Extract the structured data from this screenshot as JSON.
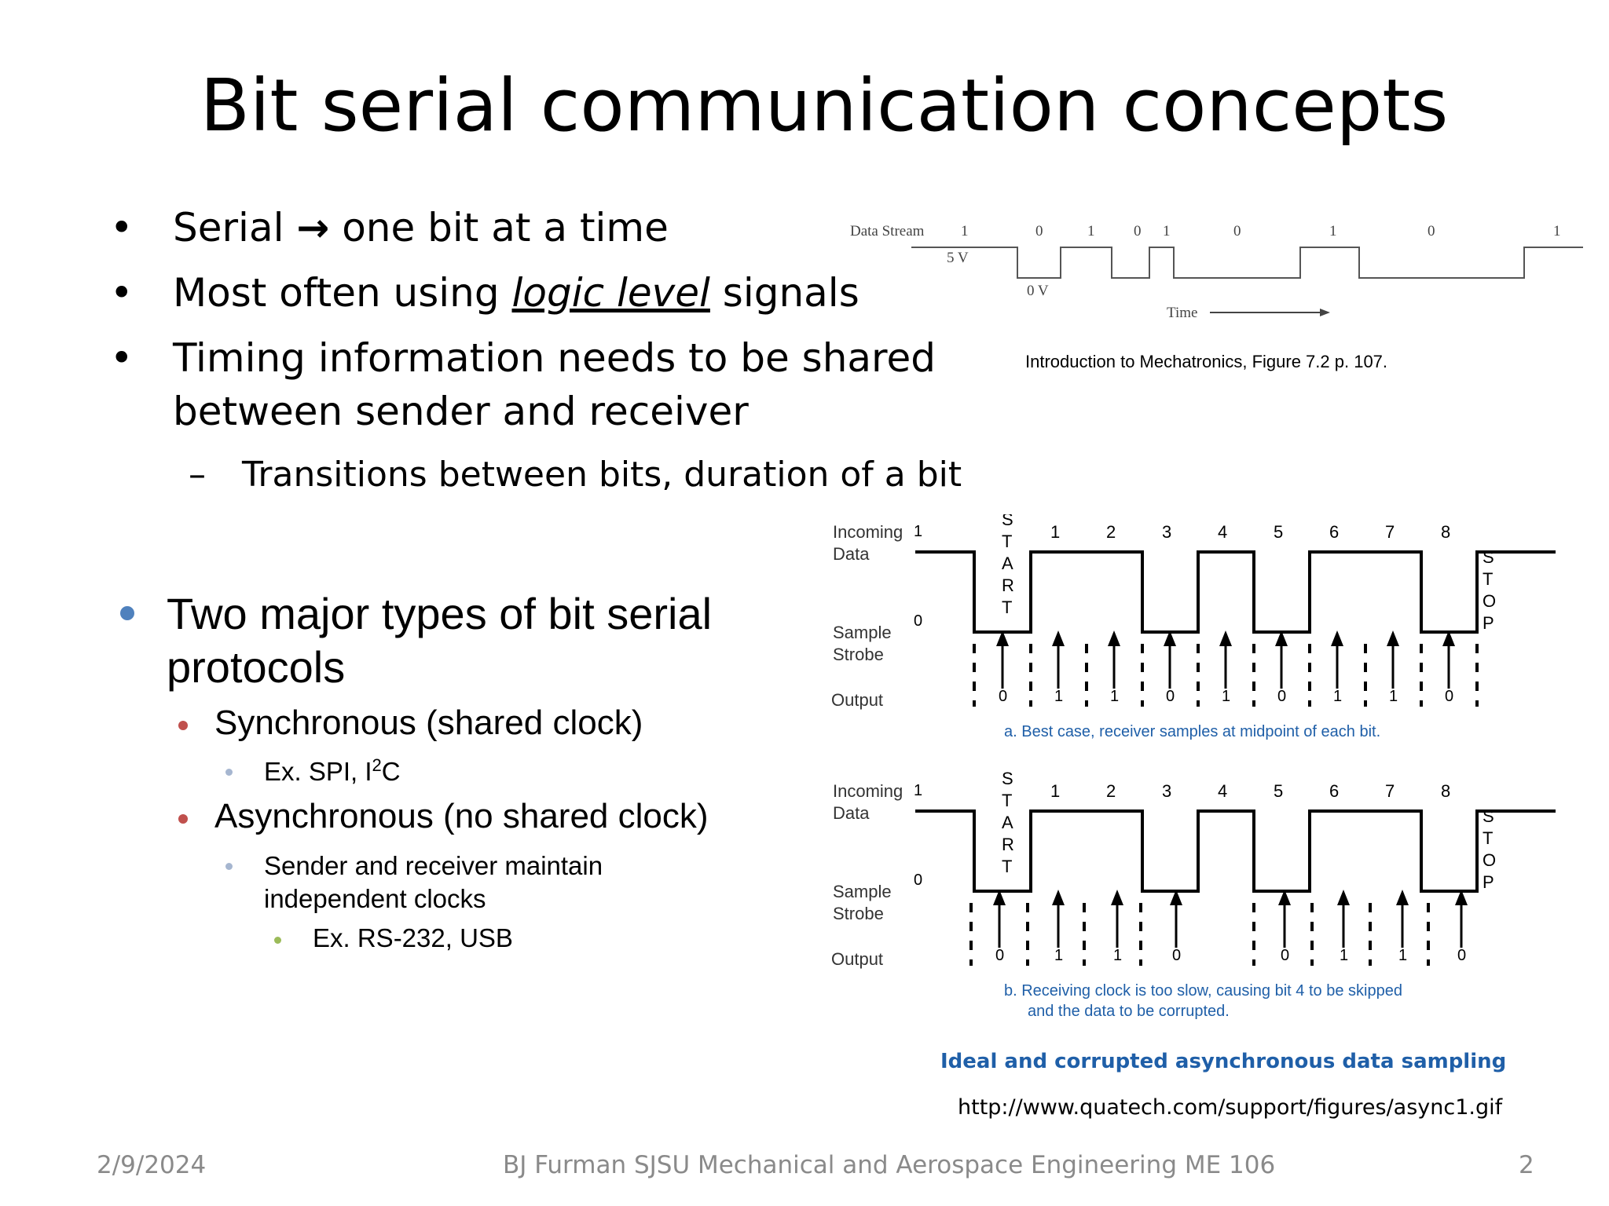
{
  "slide": {
    "title": "Bit serial communication concepts",
    "bullets": {
      "b1": "Serial",
      "b1_arrow": "→",
      "b1_rest": "one bit at a time",
      "b2_pre": "Most often using ",
      "b2_em": "logic level",
      "b2_post": " signals",
      "b3_line1": "Timing information needs to be shared",
      "b3_line2": "between sender and receiver",
      "b3_sub_dash": "–",
      "b3_sub": "Transitions between bits, duration of a bit"
    },
    "types": {
      "heading_line1": "Two major types of bit serial",
      "heading_line2": "protocols",
      "sync": "Synchronous (shared clock)",
      "sync_ex_pre": "Ex. SPI, I",
      "sync_ex_sup": "2",
      "sync_ex_post": "C",
      "async": "Asynchronous (no shared clock)",
      "async_sub_line1": "Sender and receiver maintain",
      "async_sub_line2": "independent clocks",
      "async_ex": "Ex. RS-232, USB"
    },
    "figure1": {
      "label_stream": "Data Stream",
      "bits": [
        "1",
        "0",
        "1",
        "0",
        "1",
        "0",
        "1",
        "0",
        "1"
      ],
      "label_5v": "5 V",
      "label_0v": "0 V",
      "label_time": "Time",
      "caption": "Introduction to Mechatronics, Figure 7.2  p. 107."
    },
    "figure2": {
      "start_letters": [
        "S",
        "T",
        "A",
        "R",
        "T"
      ],
      "stop_letters": [
        "S",
        "T",
        "O",
        "P"
      ],
      "bit_numbers": [
        "1",
        "2",
        "3",
        "4",
        "5",
        "6",
        "7",
        "8"
      ],
      "label_incoming_1": "Incoming",
      "label_incoming_2": "Data",
      "label_sample_1": "Sample",
      "label_sample_2": "Strobe",
      "label_output": "Output",
      "level_1": "1",
      "level_0": "0",
      "outputs": [
        "0",
        "1",
        "1",
        "0",
        "1",
        "0",
        "1",
        "1",
        "0"
      ],
      "caption_a": "a. Best case, receiver samples at midpoint of each bit.",
      "outputs_b": [
        "0",
        "1",
        "1",
        "0",
        "0",
        "1",
        "1",
        "0"
      ],
      "caption_b1": "b. Receiving clock is too slow, causing bit 4 to be skipped",
      "caption_b2": "and the data to be corrupted.",
      "title": "Ideal and corrupted asynchronous data sampling",
      "url": "http://www.quatech.com/support/figures/async1.gif"
    },
    "footer": {
      "date": "2/9/2024",
      "center": "BJ Furman SJSU Mechanical and Aerospace Engineering  ME 106",
      "page": "2"
    },
    "colors": {
      "blue_bullet": "#4f81bd",
      "red_bullet": "#c0504d",
      "gray_bullet": "#a6b6d0",
      "green_bullet": "#9bbb59",
      "caption_blue": "#1f5fa8",
      "title_blue": "#1f5fa8"
    }
  }
}
